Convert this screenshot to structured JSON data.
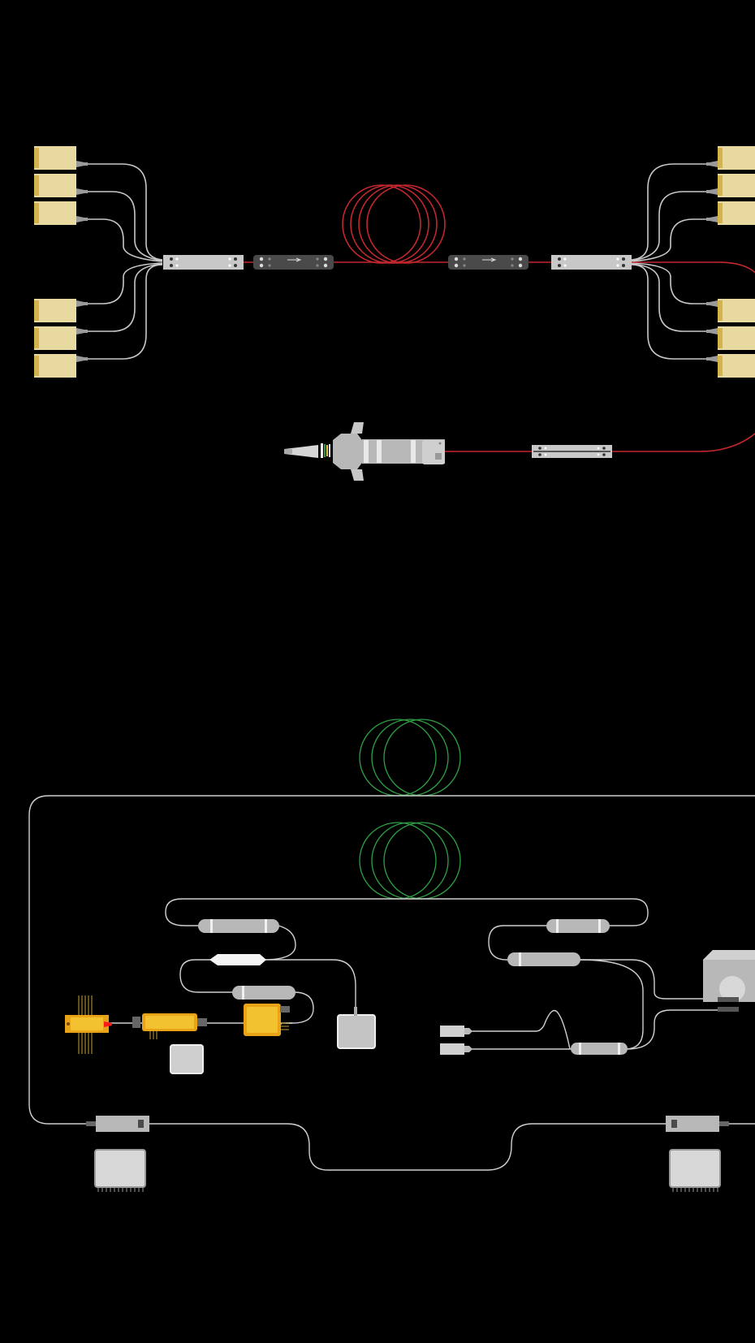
{
  "diagram": {
    "background": "#000000",
    "colors": {
      "fiber_red": "#c1272d",
      "fiber_white": "#c8c8c8",
      "coil_green": "#2ea043",
      "diode_body": "#e8d9a0",
      "diode_accent": "#d4b34a",
      "component_grey": "#b8b8b8",
      "isolator_dark": "#4a4a4a",
      "seed_yellow": "#f2c230",
      "seed_orange": "#e8a317",
      "emitter_red": "#ff1a1a",
      "panel_light": "#d8d8d8"
    },
    "components": [
      {
        "name": "pump-diode",
        "icon": "laser-diode-icon",
        "count": 12
      },
      {
        "name": "pump-combiner",
        "icon": "combiner-icon",
        "count": 2
      },
      {
        "name": "optical-isolator",
        "icon": "isolator-arrow-icon",
        "count": 2
      },
      {
        "name": "gain-fiber-coil",
        "icon": "fiber-coil-icon",
        "count": 3
      },
      {
        "name": "output-collimator",
        "icon": "collimator-icon",
        "count": 1
      },
      {
        "name": "cladding-stripper",
        "icon": "stripper-icon",
        "count": 1
      },
      {
        "name": "seed-laser",
        "icon": "butterfly-laser-icon",
        "count": 1
      },
      {
        "name": "fiber-coupler",
        "icon": "coupler-icon",
        "count": 6
      },
      {
        "name": "photodetector",
        "icon": "detector-icon",
        "count": 2
      },
      {
        "name": "control-board",
        "icon": "circuit-board-icon",
        "count": 2
      }
    ]
  }
}
